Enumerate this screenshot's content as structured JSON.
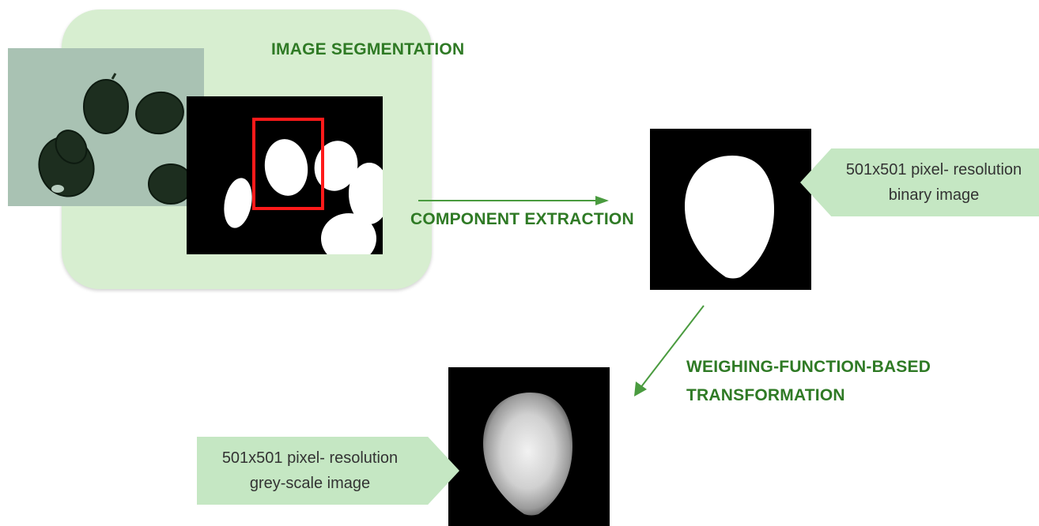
{
  "stages": {
    "segmentation": "IMAGE SEGMENTATION",
    "extraction": "COMPONENT EXTRACTION",
    "transformation_line1": "WEIGHING-FUNCTION-BASED",
    "transformation_line2": "TRANSFORMATION"
  },
  "callouts": {
    "binary_line1": "501x501 pixel- resolution",
    "binary_line2": "binary image",
    "grey_line1": "501x501 pixel- resolution",
    "grey_line2": "grey-scale image"
  },
  "colors": {
    "panel_fill": "#d7eed0",
    "callout_fill": "#c5e7c3",
    "title_green": "#2f7a25",
    "arrow_green": "#4a9b3f",
    "highlight_red": "#ff1a1a",
    "photo_background": "#a9c2b3"
  }
}
